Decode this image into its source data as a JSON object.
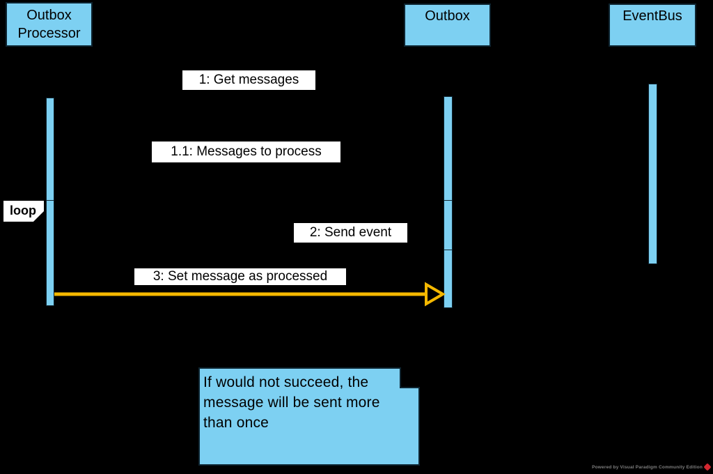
{
  "participants": [
    {
      "label": "Outbox Processor"
    },
    {
      "label": "Outbox"
    },
    {
      "label": "EventBus"
    }
  ],
  "fragment": {
    "label": "loop"
  },
  "messages": [
    {
      "label": "1: Get messages"
    },
    {
      "label": "1.1: Messages to process"
    },
    {
      "label": "2: Send event"
    },
    {
      "label": "3: Set message as processed"
    }
  ],
  "note": {
    "lines": [
      "If would not succeed, the",
      "message will be sent more",
      "than once"
    ]
  },
  "watermark": {
    "label": "Powered by Visual Paradigm Community Edition",
    "logo": "visual-paradigm-logo"
  },
  "colors": {
    "background": "#000000",
    "shape_fill": "#7DD0F2",
    "shape_border": "#0E2430",
    "message_arrow": "#F5B800",
    "label_background": "#FFFFFF",
    "text": "#000000",
    "watermark_text": "#7F7F7F",
    "watermark_logo": "#D22730"
  }
}
